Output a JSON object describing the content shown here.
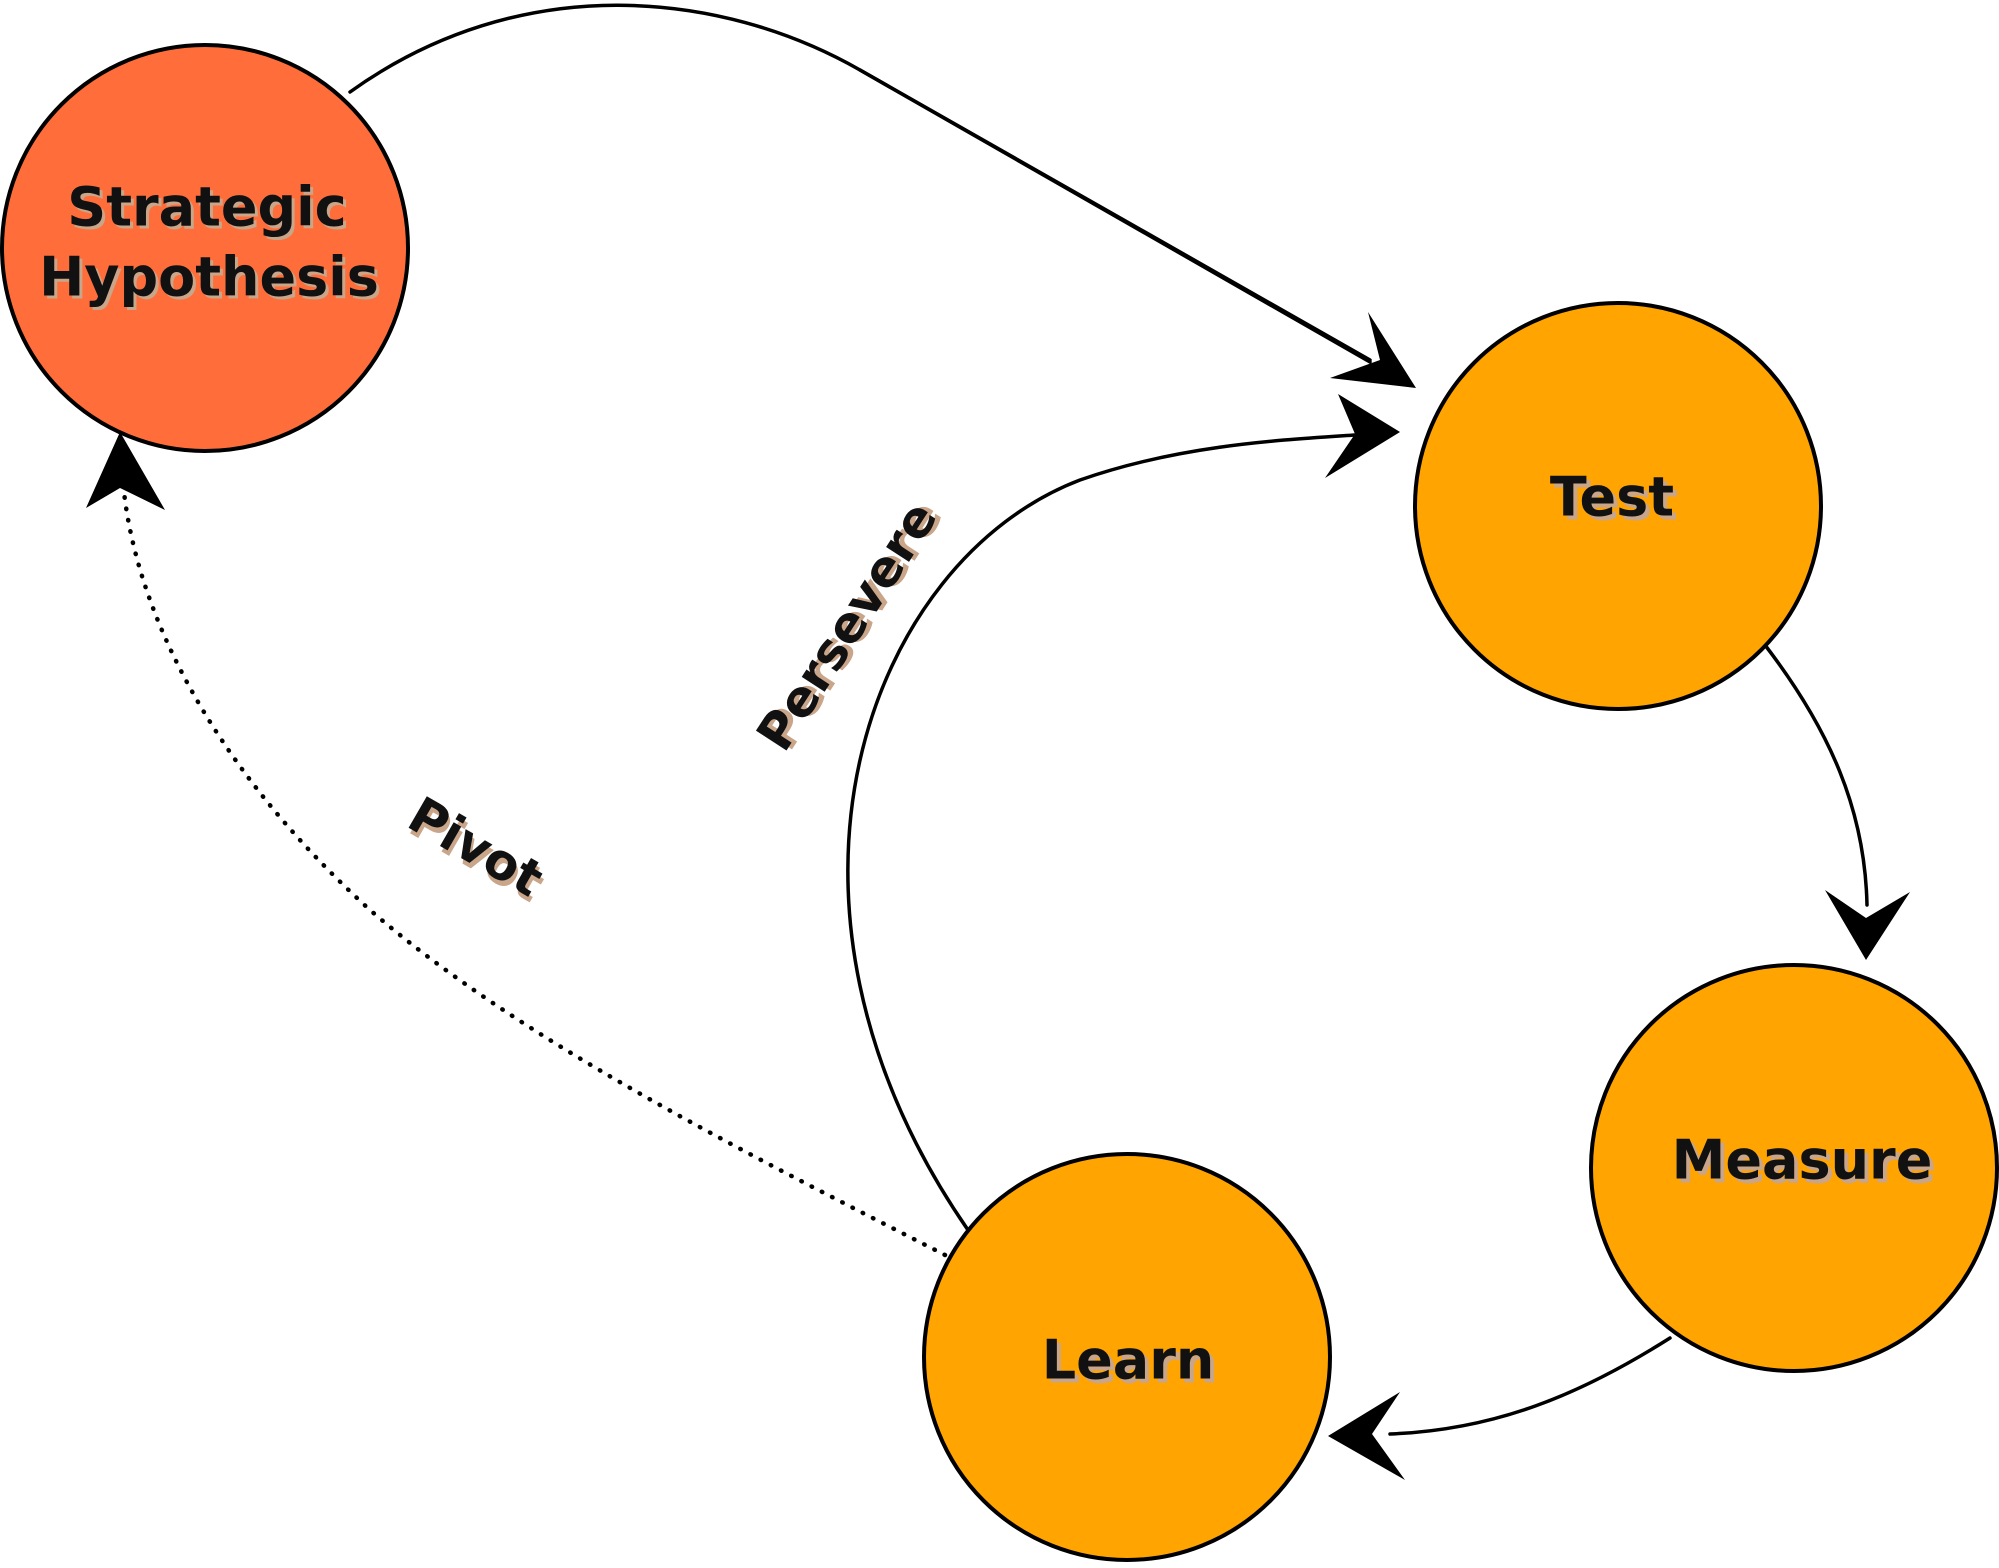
{
  "diagram": {
    "colors": {
      "hypothesis_fill": "#FF6E3A",
      "step_fill": "#FFA400",
      "stroke": "#000000",
      "text": "#111111"
    },
    "nodes": {
      "hypothesis": {
        "line1": "Strategic",
        "line2": "Hypothesis"
      },
      "test": {
        "label": "Test"
      },
      "measure": {
        "label": "Measure"
      },
      "learn": {
        "label": "Learn"
      }
    },
    "edges": {
      "persevere": {
        "label": "Persevere"
      },
      "pivot": {
        "label": "Pivot"
      }
    }
  }
}
